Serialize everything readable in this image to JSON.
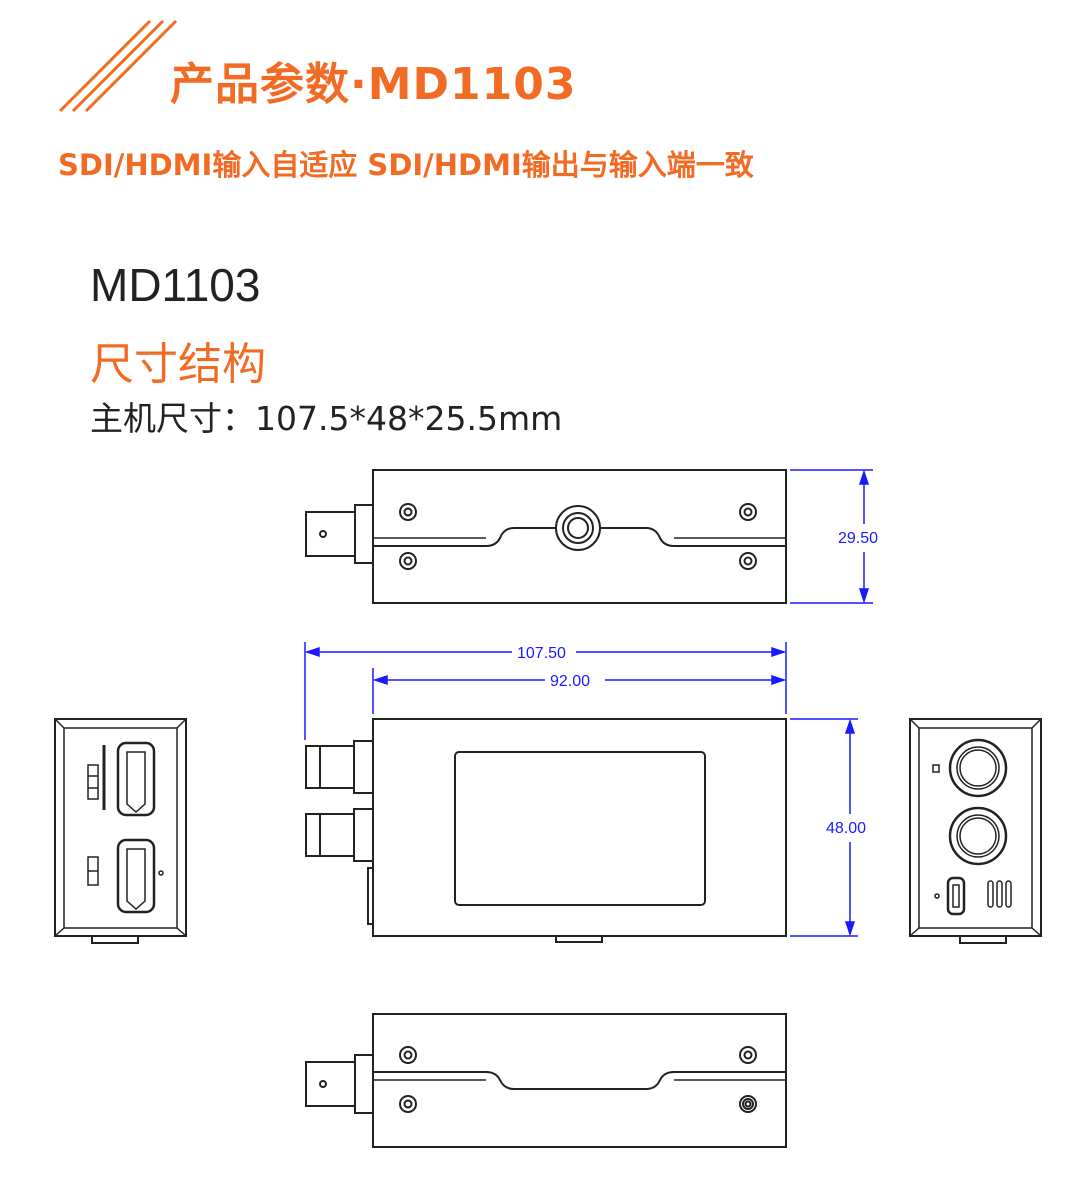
{
  "header": {
    "title": "产品参数·MD1103",
    "subtitle": "SDI/HDMI输入自适应   SDI/HDMI输出与输入端一致"
  },
  "model": "MD1103",
  "section_title": "尺寸结构",
  "size_line": "主机尺寸：107.5*48*25.5mm",
  "dimensions": {
    "height_top": "29.50",
    "total_length": "107.50",
    "body_length": "92.00",
    "width": "48.00"
  },
  "colors": {
    "accent": "#f26b24",
    "dimension": "#1a1aff",
    "line": "#222222"
  }
}
